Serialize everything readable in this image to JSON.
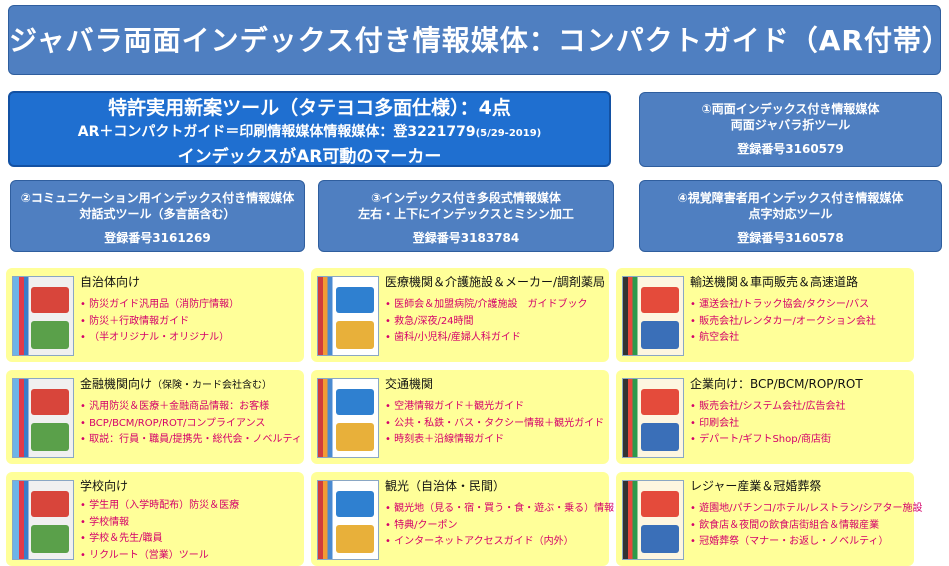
{
  "title": "ジャバラ両面インデックス付き情報媒体：コンパクトガイド（AR付帯）",
  "patent": {
    "line1": "特許実用新案ツール（タテヨコ多面仕様）：4点",
    "line2": "AR＋コンパクトガイド＝印刷情報媒体情報媒体：登3221779",
    "line2_date": "(5/29-2019)",
    "line3": "インデックスがAR可動のマーカー"
  },
  "registrations": [
    {
      "title1": "①両面インデックス付き情報媒体",
      "title2": "両面ジャバラ折ツール",
      "number": "登録番号3160579"
    },
    {
      "title1": "②コミュニケーション用インデックス付き情報媒体",
      "title2": "対話式ツール（多言語含む）",
      "number": "登録番号3161269"
    },
    {
      "title1": "③インデックス付き多段式情報媒体",
      "title2": "左右・上下にインデックスとミシン加工",
      "number": "登録番号3183784"
    },
    {
      "title1": "④視覚障害者用インデックス付き情報媒体",
      "title2": "点字対応ツール",
      "number": "登録番号3160578"
    }
  ],
  "categories": [
    {
      "title": "自治体向け",
      "sub": "",
      "items": [
        "防災ガイド汎用品（消防庁情報）",
        "防災＋行政情報ガイド",
        "（半オリジナル・オリジナル）"
      ]
    },
    {
      "title": "医療機関＆介護施設＆メーカー/調剤薬局",
      "sub": "",
      "items": [
        "医師会＆加盟病院/介護施設　ガイドブック",
        "救急/深夜/24時間",
        "歯科/小児科/産婦人科ガイド"
      ]
    },
    {
      "title": "輸送機関＆車両販売＆高速道路",
      "sub": "",
      "items": [
        "運送会社/トラック協会/タクシー/バス",
        "販売会社/レンタカー/オークション会社",
        "航空会社"
      ]
    },
    {
      "title": "金融機関向け",
      "sub": "（保険・カード会社含む）",
      "items": [
        "汎用防災＆医療＋金融商品情報：お客様",
        "BCP/BCM/ROP/ROT/コンプライアンス",
        "取説：行員・職員/提携先・総代会・ノベルティ"
      ]
    },
    {
      "title": "交通機関",
      "sub": "",
      "items": [
        "空港情報ガイド＋観光ガイド",
        "公共・私鉄・バス・タクシー情報＋観光ガイド",
        "時刻表＋沿線情報ガイド"
      ]
    },
    {
      "title": "企業向け：BCP/BCM/ROP/ROT",
      "sub": "",
      "items": [
        "販売会社/システム会社/広告会社",
        "印刷会社",
        "デパート/ギフトShop/商店街"
      ]
    },
    {
      "title": "学校向け",
      "sub": "",
      "items": [
        "学生用（入学時配布）防災＆医療",
        "学校情報",
        "学校＆先生/職員",
        "リクルート（営業）ツール"
      ]
    },
    {
      "title": "観光（自治体・民間）",
      "sub": "",
      "items": [
        "観光地（見る・宿・買う・食・遊ぶ・乗る）情報",
        "特典/クーポン",
        "インターネットアクセスガイド（内外）"
      ]
    },
    {
      "title": "レジャー産業＆冠婚葬祭",
      "sub": "",
      "items": [
        "遊園地/パチンコ/ホテル/レストラン/シアター施設",
        "飲食店＆夜間の飲食店街組合＆情報産業",
        "冠婚葬祭（マナー・お返し・ノベルティ）"
      ]
    }
  ]
}
